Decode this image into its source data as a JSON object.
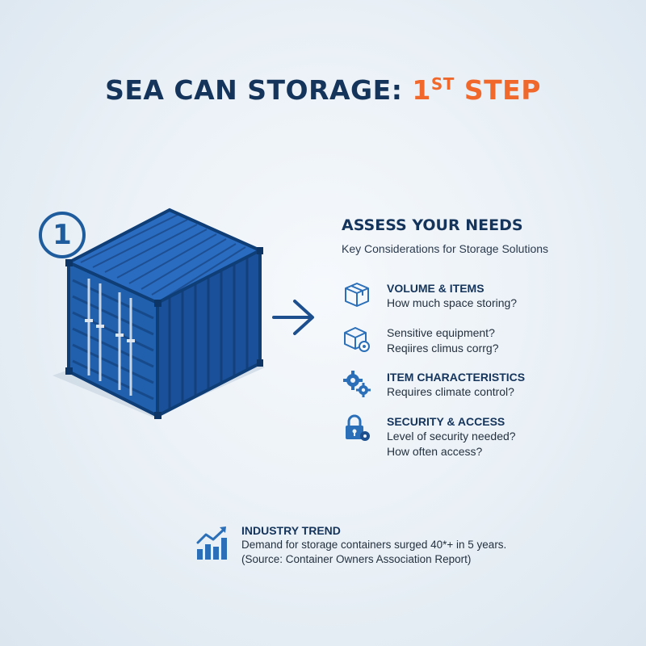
{
  "title": {
    "main": "SEA CAN STORAGE:",
    "step_number": "1",
    "step_suffix": "ST",
    "step_word": "STEP"
  },
  "badge": {
    "number": "1"
  },
  "needs": {
    "heading": "ASSESS YOUR NEEDS",
    "subheading": "Key Considerations for Storage Solutions",
    "items": [
      {
        "icon": "box-icon",
        "title": "VOLUME & ITEMS",
        "lines": [
          "How much space storing?"
        ]
      },
      {
        "icon": "box-gear-icon",
        "title": "",
        "lines": [
          "Sensitive equipment?",
          "Reqiires climus corrg?"
        ]
      },
      {
        "icon": "gears-icon",
        "title": "ITEM CHARACTERISTICS",
        "lines": [
          "Requires climate control?"
        ]
      },
      {
        "icon": "lock-key-icon",
        "title": "SECURITY & ACCESS",
        "lines": [
          "Level of security needed?",
          "How often access?"
        ]
      }
    ]
  },
  "trend": {
    "icon": "bar-chart-trend-icon",
    "title": "INDUSTRY TREND",
    "line1": "Demand for storage containers surged 40*+ in 5 years.",
    "line2": "(Source: Container Owners Association Report)"
  },
  "colors": {
    "navy": "#15345b",
    "accent_orange": "#f0682c",
    "container_blue": "#1f5fae",
    "icon_blue": "#2a6fb8"
  }
}
